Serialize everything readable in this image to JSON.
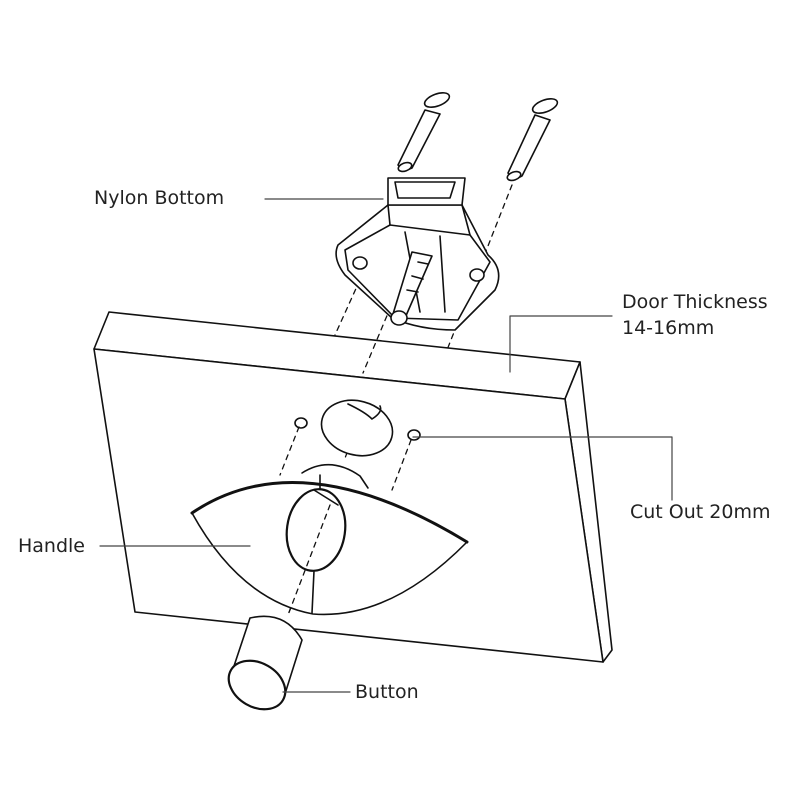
{
  "labels": {
    "nylon_bottom": "Nylon Bottom",
    "door_thickness": "Door Thickness",
    "door_thickness_value": "14-16mm",
    "cut_out": "Cut Out 20mm",
    "handle": "Handle",
    "button": "Button"
  },
  "colors": {
    "line": "#111111",
    "leader": "#444444",
    "background": "#ffffff"
  }
}
